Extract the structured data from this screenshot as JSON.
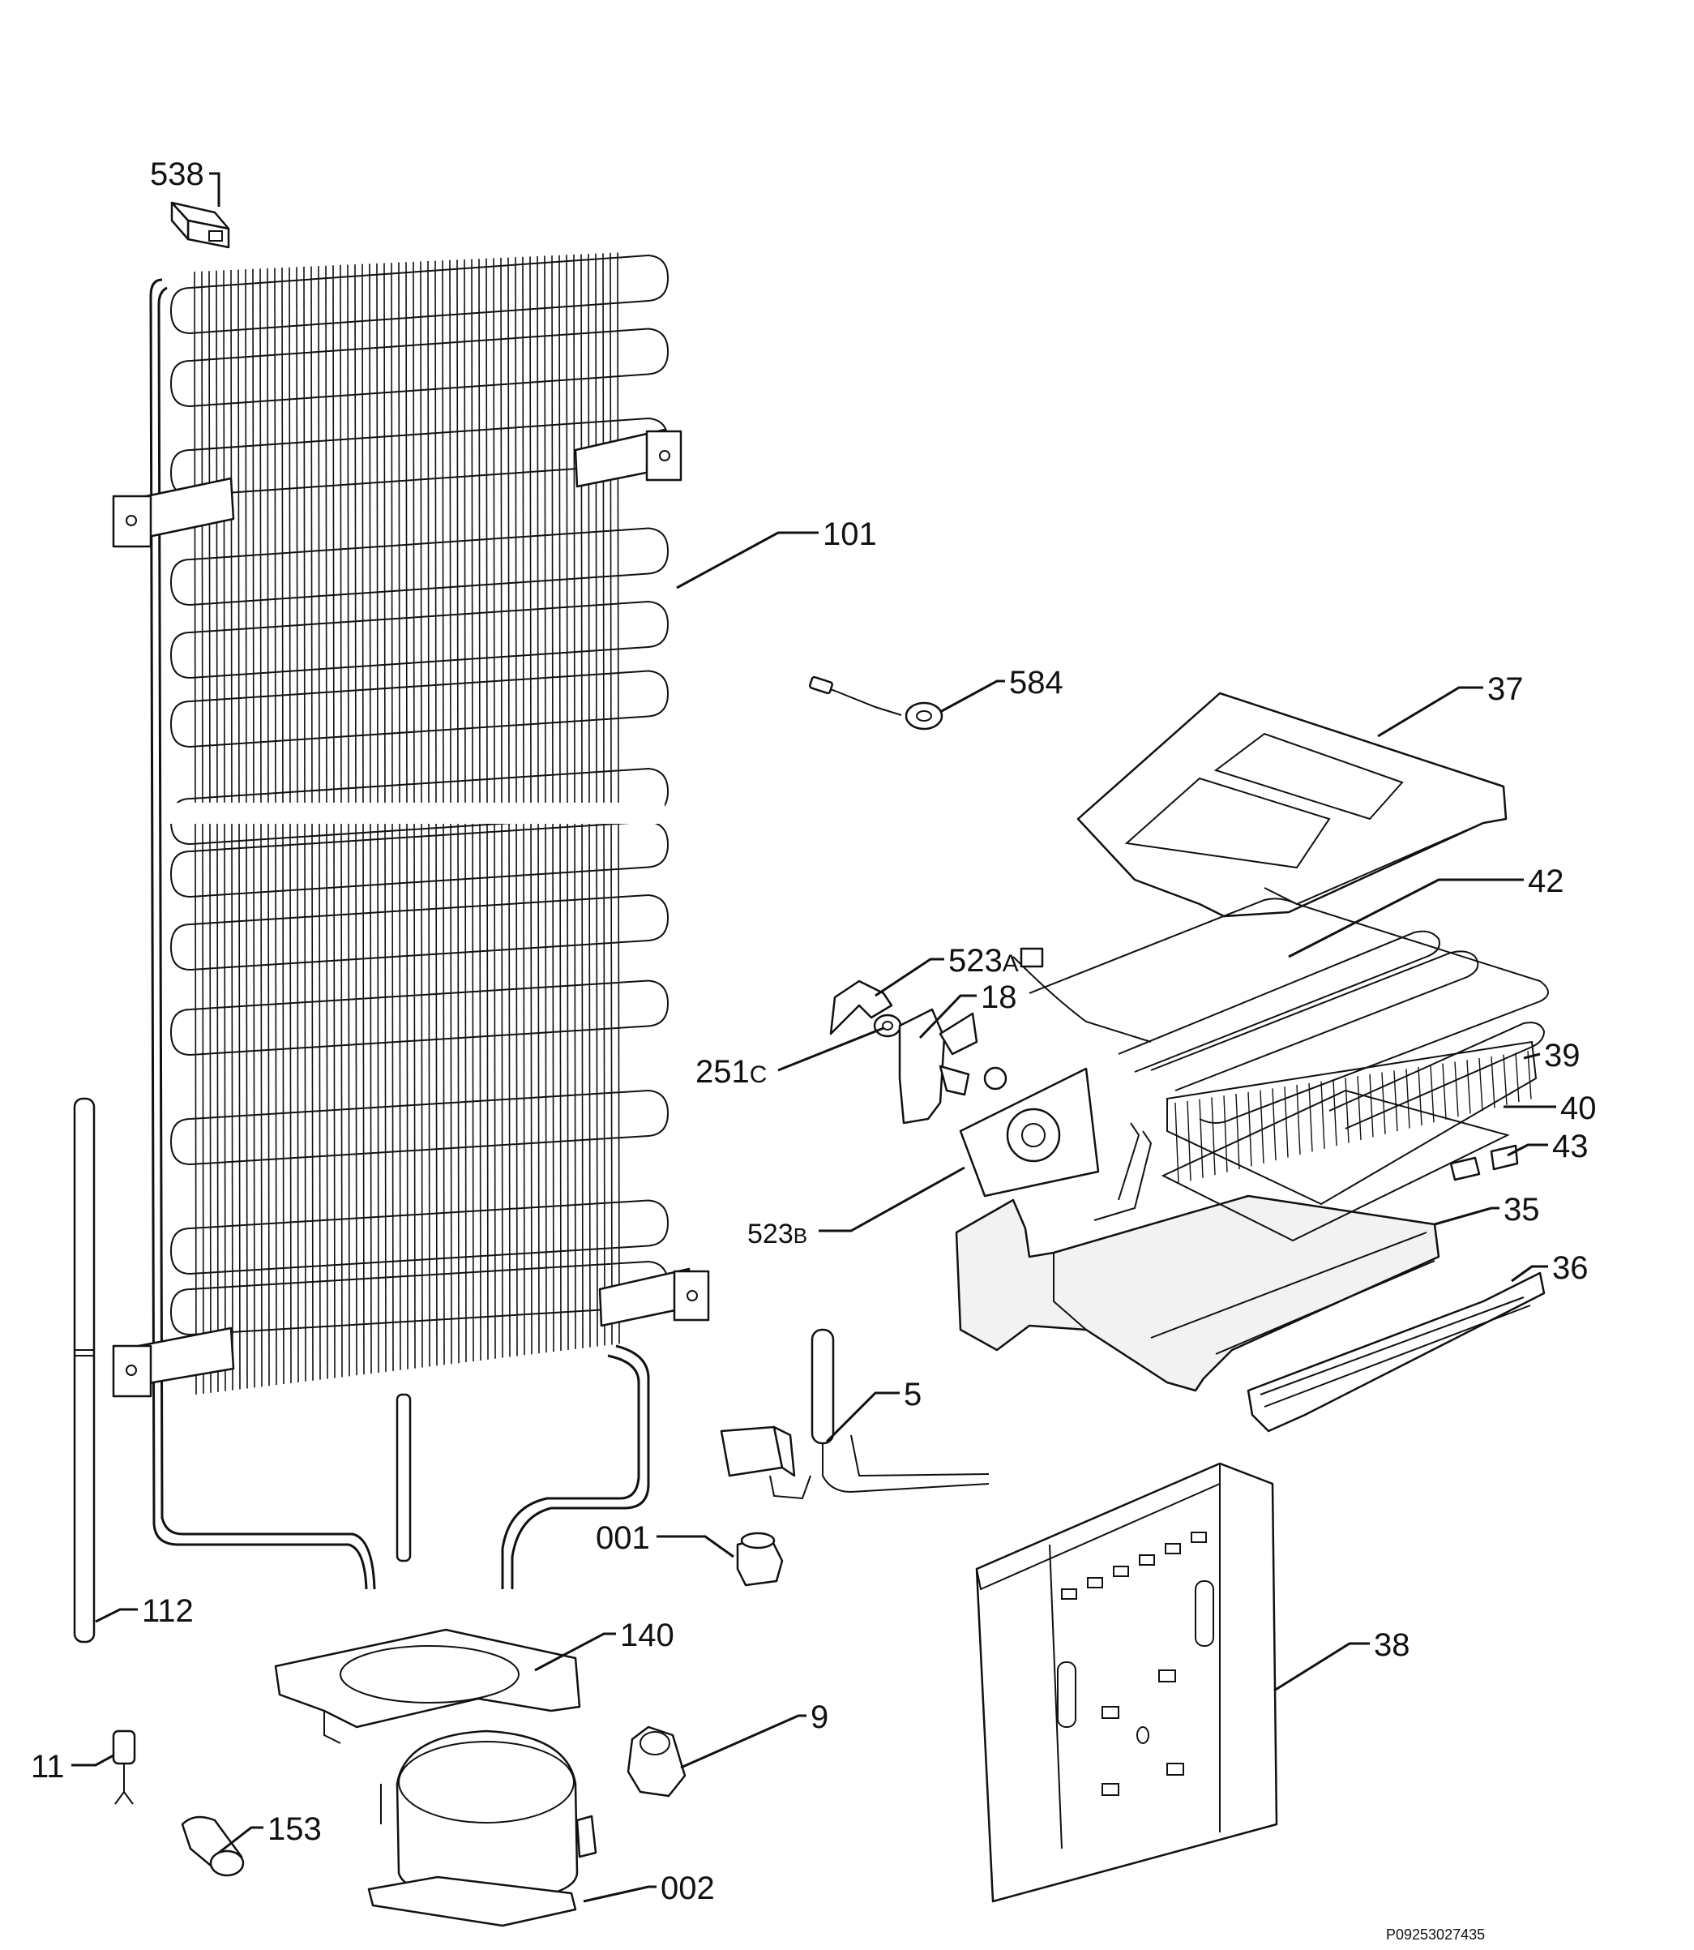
{
  "diagram": {
    "callouts": [
      {
        "id": "538",
        "label": "538",
        "sub": ""
      },
      {
        "id": "101",
        "label": "101",
        "sub": ""
      },
      {
        "id": "584",
        "label": "584",
        "sub": ""
      },
      {
        "id": "37",
        "label": "37",
        "sub": ""
      },
      {
        "id": "42",
        "label": "42",
        "sub": ""
      },
      {
        "id": "523a",
        "label": "523",
        "sub": "A"
      },
      {
        "id": "18",
        "label": "18",
        "sub": ""
      },
      {
        "id": "251c",
        "label": "251",
        "sub": "C"
      },
      {
        "id": "39",
        "label": "39",
        "sub": ""
      },
      {
        "id": "40",
        "label": "40",
        "sub": ""
      },
      {
        "id": "43",
        "label": "43",
        "sub": ""
      },
      {
        "id": "523b",
        "label": "523",
        "sub": "B"
      },
      {
        "id": "35",
        "label": "35",
        "sub": ""
      },
      {
        "id": "36",
        "label": "36",
        "sub": ""
      },
      {
        "id": "5",
        "label": "5",
        "sub": ""
      },
      {
        "id": "001",
        "label": "001",
        "sub": ""
      },
      {
        "id": "112",
        "label": "112",
        "sub": ""
      },
      {
        "id": "140",
        "label": "140",
        "sub": ""
      },
      {
        "id": "38",
        "label": "38",
        "sub": ""
      },
      {
        "id": "9",
        "label": "9",
        "sub": ""
      },
      {
        "id": "11",
        "label": "11",
        "sub": ""
      },
      {
        "id": "153",
        "label": "153",
        "sub": ""
      },
      {
        "id": "002",
        "label": "002",
        "sub": ""
      }
    ],
    "footer_code": "P09253027435"
  }
}
